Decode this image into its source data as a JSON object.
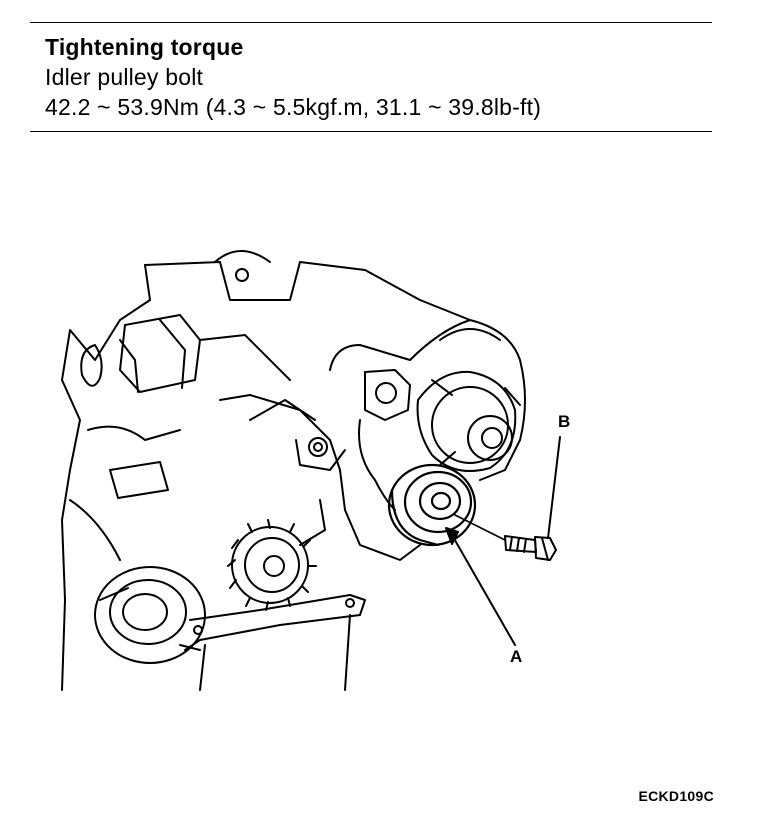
{
  "spec": {
    "title": "Tightening torque",
    "item": "Idler pulley bolt",
    "value": "42.2 ~ 53.9Nm (4.3 ~ 5.5kgf.m, 31.1 ~ 39.8lb-ft)"
  },
  "figure": {
    "callout_a": "A",
    "callout_b": "B",
    "code": "ECKD109C"
  }
}
